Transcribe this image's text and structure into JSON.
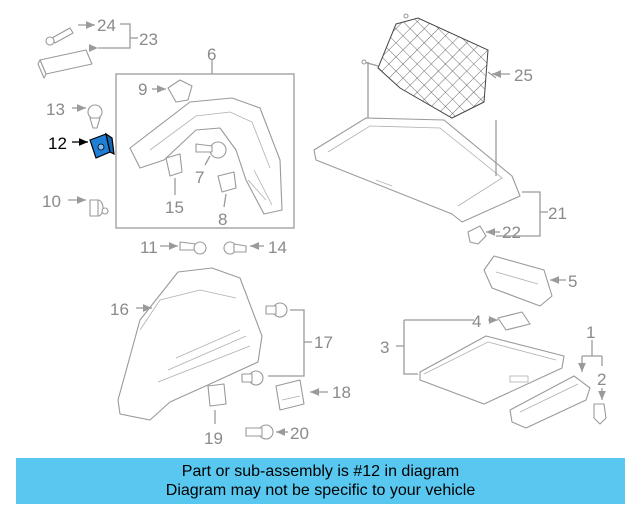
{
  "callouts": {
    "c1": "1",
    "c2": "2",
    "c3": "3",
    "c4": "4",
    "c5": "5",
    "c6": "6",
    "c7": "7",
    "c8": "8",
    "c9": "9",
    "c10": "10",
    "c11": "11",
    "c12": "12",
    "c13": "13",
    "c14": "14",
    "c15": "15",
    "c16": "16",
    "c17": "17",
    "c18": "18",
    "c19": "19",
    "c20": "20",
    "c21": "21",
    "c22": "22",
    "c23": "23",
    "c24": "24",
    "c25": "25"
  },
  "highlight": {
    "part_number": "12",
    "color": "#1f7fd6"
  },
  "banner": {
    "line1": "Part or sub-assembly is #12 in diagram",
    "line2": "Diagram may not be specific to your vehicle",
    "color": "#58c8f0"
  }
}
